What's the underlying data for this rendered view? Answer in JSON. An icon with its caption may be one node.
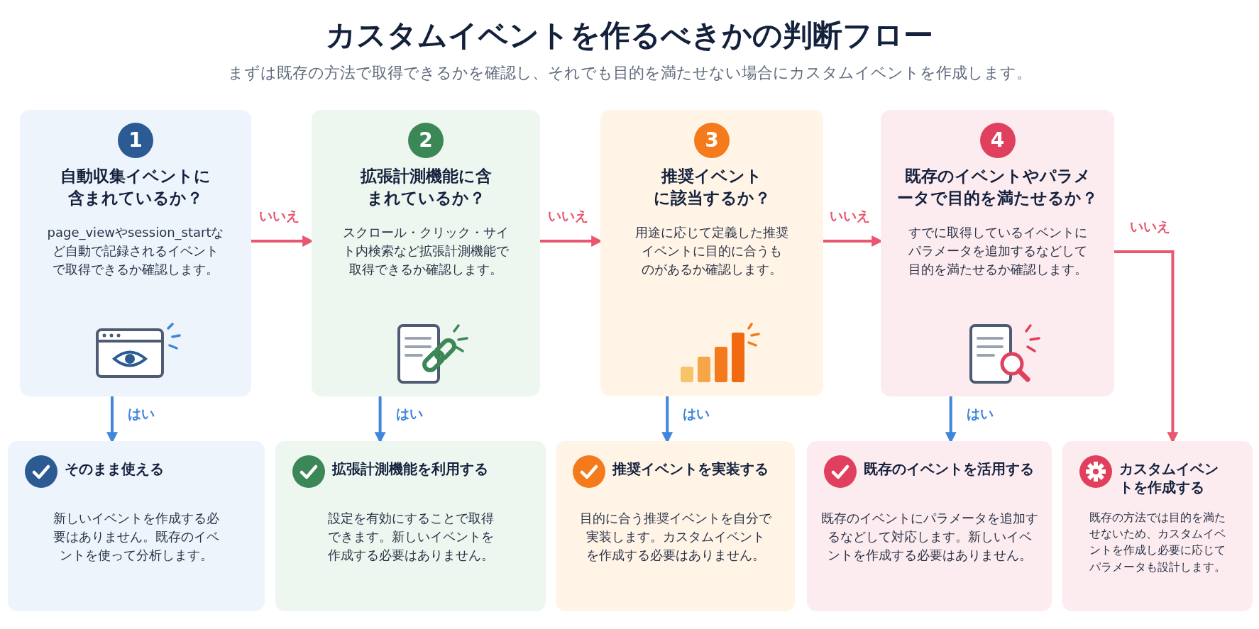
{
  "diagram": {
    "title": "カスタムイベントを作るべきかの判断フロー",
    "caption": "まずは既存の方法で取得できるかを確認し、それでも目的を満たせない場合にカスタムイベントを作成します。",
    "nodes": [
      {
        "text": [
          "1",
          "自動収集イベントに含まれているか？",
          "page_viewやsession_startなど自動で記録されるイベントで取得できるか確認します。"
        ]
      },
      {
        "text": [
          "2",
          "拡張計測機能に含まれているか？",
          "スクロール・クリック・サイト内検索など拡張計測機能で取得できるか確認します。"
        ]
      },
      {
        "text": [
          "3",
          "推奨イベントに該当するか？",
          "用途に応じて定義した推奨イベントに目的に合うものがあるか確認します。"
        ]
      },
      {
        "text": [
          "4",
          "既存のイベントやパラメータで目的を満たせるか？",
          "すでに取得しているイベントにパラメータを追加するなどして目的を満たせるか確認します。"
        ]
      },
      {
        "text": [
          "そのまま使える",
          "新しいイベントを作成する必要はありません。既存のイベントを使って分析します。"
        ]
      },
      {
        "text": [
          "拡張計測機能を利用する",
          "設定を有効にすることで取得できます。新しいイベントを作成する必要はありません。"
        ]
      },
      {
        "text": [
          "推奨イベントを実装する",
          "目的に合う推奨イベントを自分で実装します。カスタムイベントを作成する必要はありません。"
        ]
      },
      {
        "text": [
          "既存のイベントを活用する",
          "既存のイベントにパラメータを追加するなどして対応します。新しいイベントを作成する必要はありません。"
        ]
      },
      {
        "text": [
          "カスタムイベントを作成する",
          "既存の方法では目的を満たせないため、カスタムイベントを作成し必要に応じてパラメータも設計します。"
        ]
      }
    ],
    "edges": [
      {
        "from": 0,
        "to": 1,
        "arrow": "to",
        "label": "いいえ",
        "color": "#e8566f"
      },
      {
        "from": 1,
        "to": 2,
        "arrow": "to",
        "label": "いいえ",
        "color": "#e8566f"
      },
      {
        "from": 2,
        "to": 3,
        "arrow": "to",
        "label": "いいえ",
        "color": "#e8566f"
      },
      {
        "from": 3,
        "to": 8,
        "arrow": "to",
        "label": "いいえ",
        "color": "#e8566f"
      },
      {
        "from": 0,
        "to": 4,
        "arrow": "to",
        "label": "はい",
        "color": "#3f86dc"
      },
      {
        "from": 1,
        "to": 5,
        "arrow": "to",
        "label": "はい",
        "color": "#3f86dc"
      },
      {
        "from": 2,
        "to": 6,
        "arrow": "to",
        "label": "はい",
        "color": "#3f86dc"
      },
      {
        "from": 3,
        "to": 7,
        "arrow": "to",
        "label": "はい",
        "color": "#3f86dc"
      }
    ]
  }
}
